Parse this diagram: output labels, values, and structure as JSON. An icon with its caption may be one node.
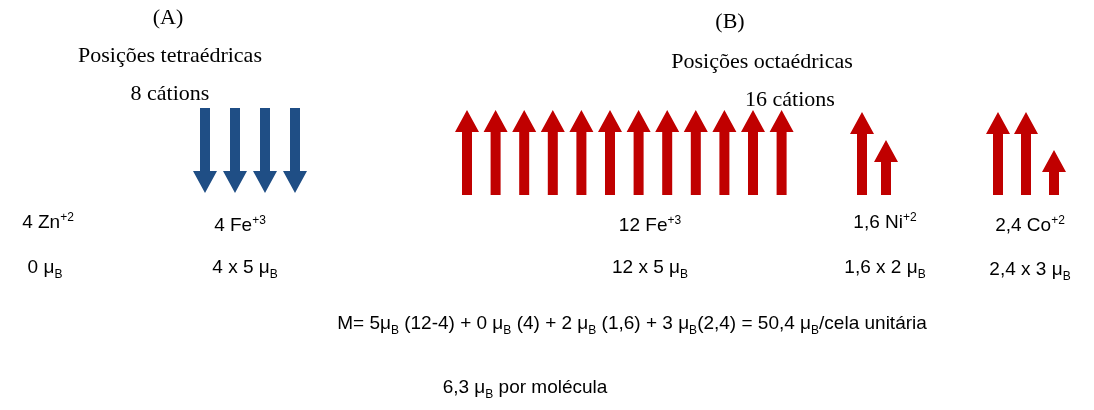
{
  "diagram": {
    "labels": [
      "(A)",
      "Posições tetraédricas",
      "8 cátions",
      "(B)",
      "Posições octaédricas",
      "16 cátions",
      "4 Zn$^{+2}$",
      "0 μ$_{B}$",
      "4 Fe$^{+3}$",
      "4 x 5 μ$_{B}$",
      "12 Fe$^{+3}$",
      "12 x 5 μ$_{B}$",
      "1,6 Ni$^{+2}$",
      "1,6 x 2 μ$_{B}$",
      "2,4 Co$^{+2}$",
      "2,4 x 3 μ$_{B}$",
      "M= 5μ$_{B}$ (12-4) + 0 μ$_{B}$ (4) + 2 μ$_{B}$ (1,6) + 3 μ$_{B}$(2,4) = 50,4 μ$_{B}$/cela unitária",
      "6,3 μ$_{B}$ por molécula"
    ]
  }
}
